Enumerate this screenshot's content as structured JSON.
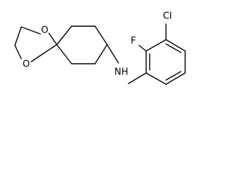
{
  "molecule": {
    "atoms": {
      "o_upper": "O",
      "o_lower": "O",
      "nitrogen": "NH",
      "fluorine": "F",
      "chlorine": "Cl"
    }
  }
}
